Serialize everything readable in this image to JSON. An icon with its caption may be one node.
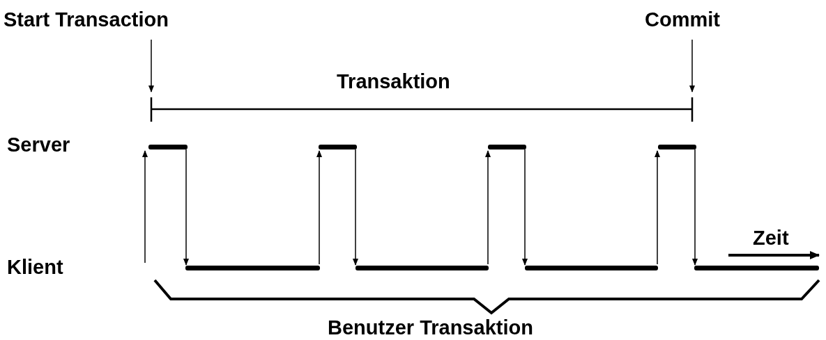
{
  "diagram": {
    "nodes": [
      {
        "text": [
          "Start Transaction"
        ]
      },
      {
        "text": [
          "Commit"
        ]
      },
      {
        "text": [],
        "shape": "bar"
      },
      {
        "text": [],
        "shape": "bar"
      },
      {
        "text": [],
        "shape": "bar"
      },
      {
        "text": [],
        "shape": "bar"
      },
      {
        "text": [],
        "shape": "bar"
      },
      {
        "text": [],
        "shape": "bar"
      },
      {
        "text": [],
        "shape": "bar"
      },
      {
        "text": [],
        "shape": "bar"
      }
    ],
    "edges": [
      {
        "from": 0,
        "to": null,
        "arrow": "to"
      },
      {
        "from": 1,
        "to": null,
        "arrow": "to"
      },
      {
        "from": null,
        "to": 2,
        "arrow": "to"
      },
      {
        "from": 2,
        "to": 6,
        "arrow": "to"
      },
      {
        "from": 6,
        "to": 3,
        "arrow": "to"
      },
      {
        "from": 3,
        "to": 7,
        "arrow": "to"
      },
      {
        "from": 7,
        "to": 4,
        "arrow": "to"
      },
      {
        "from": 4,
        "to": 8,
        "arrow": "to"
      },
      {
        "from": 8,
        "to": 5,
        "arrow": "to"
      },
      {
        "from": 5,
        "to": 9,
        "arrow": "to"
      }
    ],
    "labels": [
      "Transaktion",
      "Server",
      "Zeit",
      "Klient",
      "Benutzer Transaktion"
    ]
  }
}
